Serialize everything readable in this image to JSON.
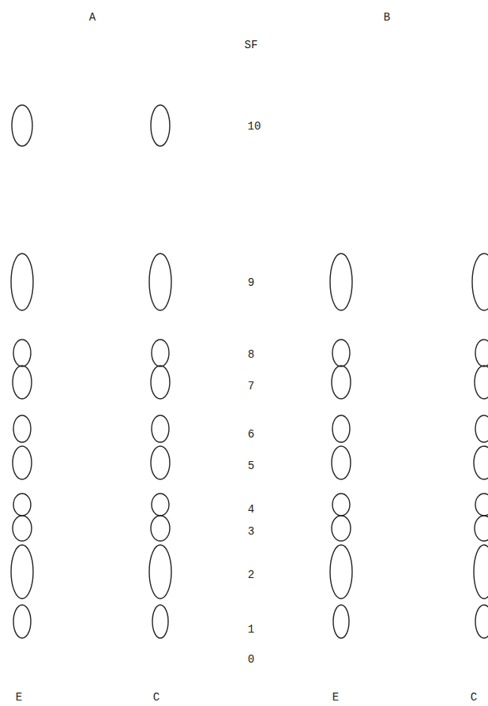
{
  "diagram": {
    "labels": [
      "A",
      "B",
      "SF",
      "10",
      "9",
      "8",
      "7",
      "6",
      "5",
      "4",
      "3",
      "2",
      "1",
      "0",
      "E",
      "C",
      "E",
      "C"
    ]
  }
}
